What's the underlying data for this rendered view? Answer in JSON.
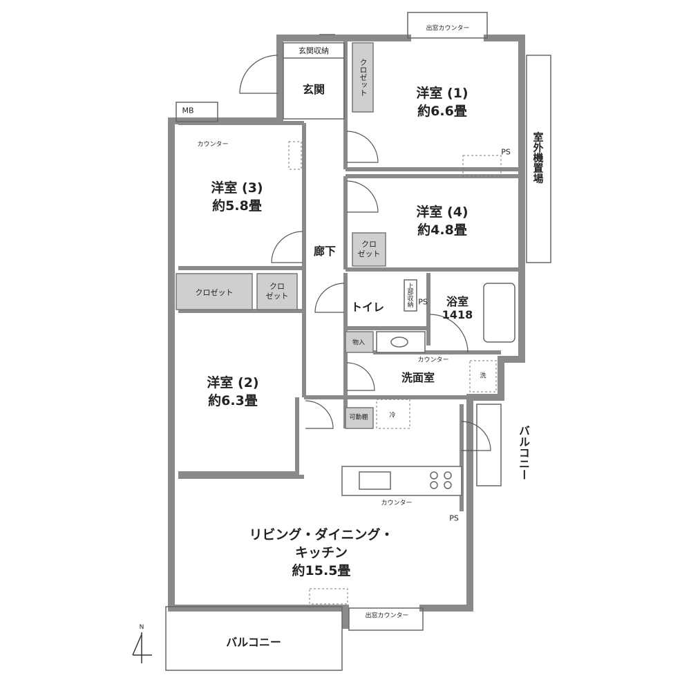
{
  "rooms": {
    "western1": {
      "name": "洋室 (1)",
      "size": "約6.6畳"
    },
    "western2": {
      "name": "洋室 (2)",
      "size": "約6.3畳"
    },
    "western3": {
      "name": "洋室 (3)",
      "size": "約5.8畳"
    },
    "western4": {
      "name": "洋室 (4)",
      "size": "約4.8畳"
    },
    "ldk": {
      "name_line1": "リビング・ダイニング・",
      "name_line2": "キッチン",
      "size": "約15.5畳"
    },
    "entrance": "玄関",
    "entrance_storage": "玄関収納",
    "corridor": "廊下",
    "toilet": "トイレ",
    "bath": {
      "name": "浴室",
      "size": "1418"
    },
    "washroom": "洗面室"
  },
  "fixtures": {
    "mb": "MB",
    "ps": "PS",
    "counter": "カウンター",
    "bay_counter": "出窓カウンター",
    "closet": "クロゼット",
    "closet_short": "クロ\nゼット",
    "closet_vertical": "クロゼット",
    "outdoor_unit": "室外機置場",
    "upper_storage": "上部収納",
    "storage": "物入",
    "adjustable_shelf": "可動棚",
    "fridge": "冷",
    "washer": "洗"
  },
  "balcony": {
    "south": "バルコニー",
    "east": "バルコニー"
  },
  "compass": "N"
}
